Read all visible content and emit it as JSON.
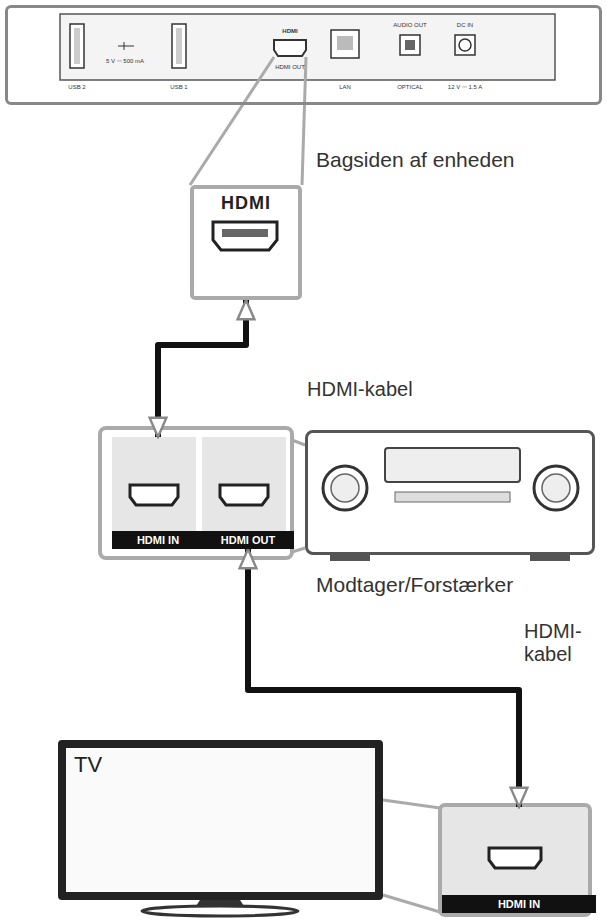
{
  "diagram": {
    "nodes": [
      {
        "text": [
          "Bagsiden af enheden"
        ]
      },
      {
        "text": [
          "HDMI"
        ]
      },
      {
        "text": [
          "Modtager/Forstærker"
        ]
      },
      {
        "text": [
          "HDMI IN"
        ]
      },
      {
        "text": [
          "HDMI OUT"
        ]
      },
      {
        "text": [
          "TV"
        ]
      },
      {
        "text": [
          "HDMI IN"
        ]
      }
    ],
    "edges": [
      {
        "from": 1,
        "to": 3,
        "arrow": "both",
        "label": "HDMI-kabel"
      },
      {
        "from": 4,
        "to": 6,
        "arrow": "both",
        "label": "HDMI- kabel"
      }
    ],
    "labels": [
      "USB 2",
      "5 V ⎓ 500 mA",
      "USB 1",
      "HDMI",
      "HDMI OUT",
      "LAN",
      "AUDIO OUT",
      "OPTICAL",
      "DC IN",
      "12 V ⎓ 1.5 A"
    ]
  }
}
